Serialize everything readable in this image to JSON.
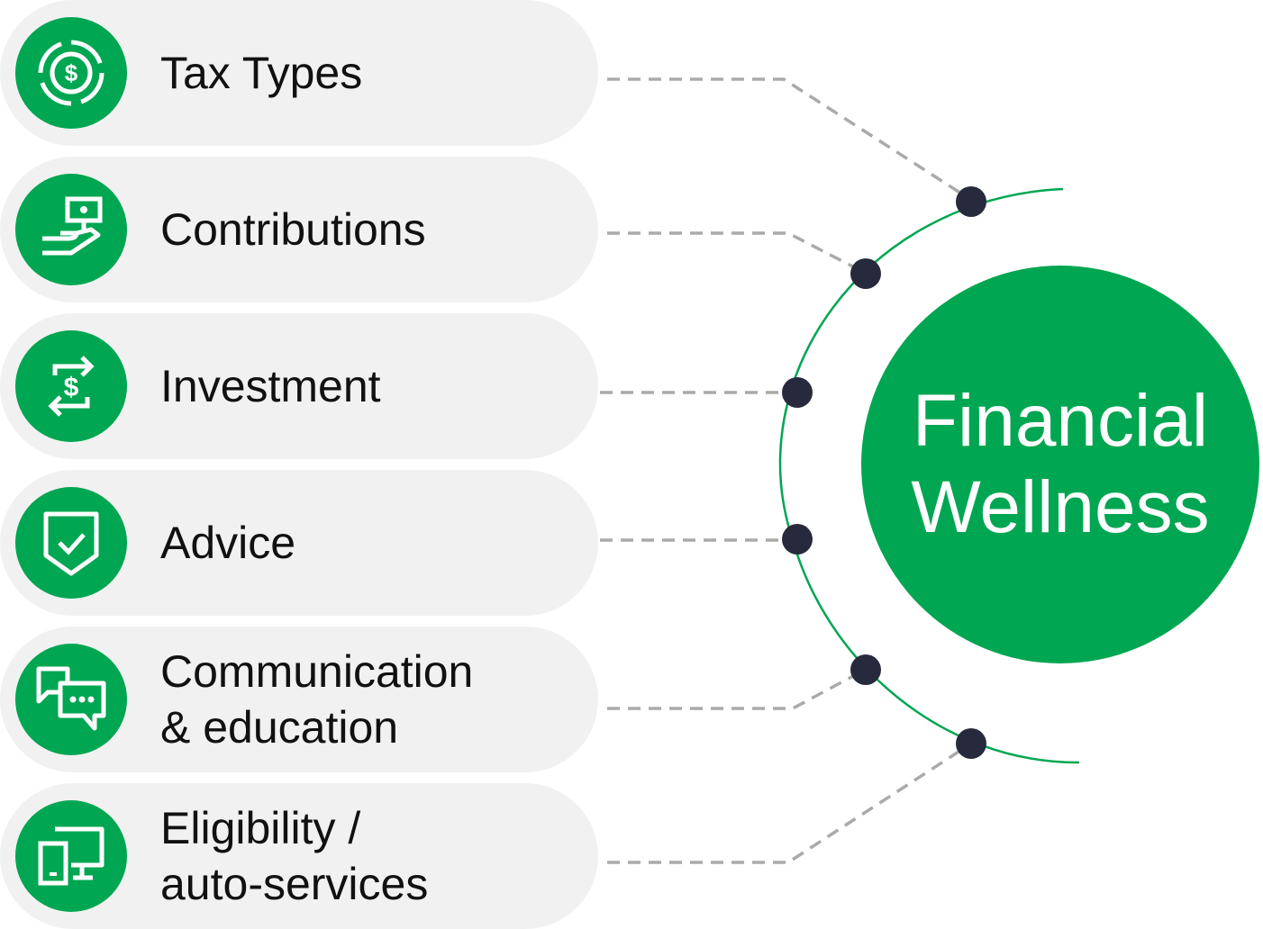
{
  "items": [
    {
      "label": "Tax Types",
      "label2": "",
      "icon": "dollar-circle-icon"
    },
    {
      "label": "Contributions",
      "label2": "",
      "icon": "hand-money-icon"
    },
    {
      "label": "Investment",
      "label2": "",
      "icon": "exchange-dollar-icon"
    },
    {
      "label": "Advice",
      "label2": "",
      "icon": "shield-check-icon"
    },
    {
      "label": "Communication",
      "label2": "& education",
      "icon": "chat-bubbles-icon"
    },
    {
      "label": "Eligibility /",
      "label2": "auto-services",
      "icon": "devices-icon"
    }
  ],
  "center": {
    "line1": "Financial",
    "line2": "Wellness"
  },
  "colors": {
    "accent": "#00a651",
    "pill": "#f1f1f1",
    "node": "#262a3c",
    "connector": "#aaaaaa"
  }
}
